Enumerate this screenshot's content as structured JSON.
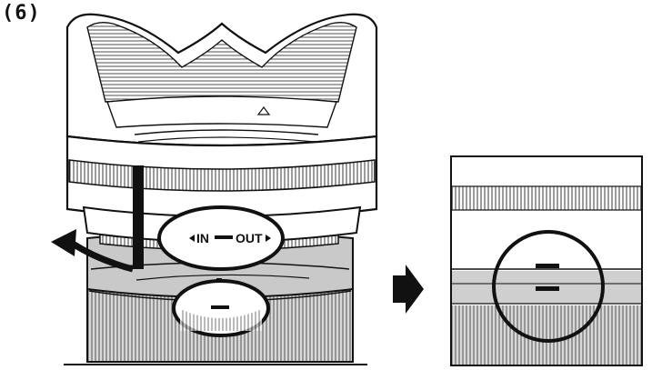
{
  "step": {
    "label": "(6)"
  },
  "hood_markings": {
    "in_label": "IN",
    "out_label": "OUT"
  },
  "colors": {
    "ink": "#111111",
    "background": "#ffffff",
    "lens_gray": "#bdbdbd",
    "ring_gray": "#cfcfcf"
  },
  "icons": {
    "rotation_arrow": "curved-arrow-icon",
    "sequence_arrow": "right-arrow-icon"
  }
}
